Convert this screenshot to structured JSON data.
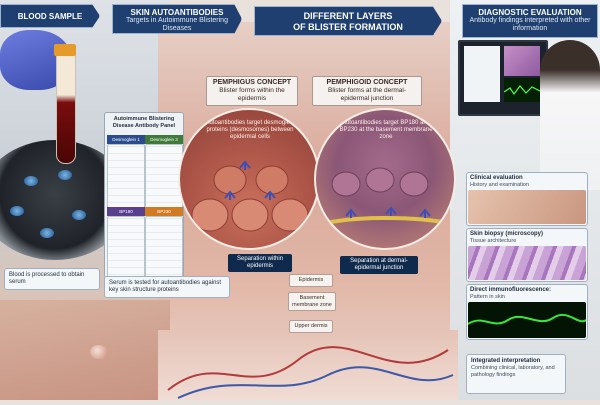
{
  "header": {
    "blood_sample": "BLOOD SAMPLE",
    "skin_title": "SKIN AUTOANTIBODIES",
    "skin_sub": "Targets in Autoimmune Blistering Diseases",
    "layers_line1": "DIFFERENT LAYERS",
    "layers_line2": "OF BLISTER FORMATION",
    "diag_title": "DIAGNOSTIC EVALUATION",
    "diag_sub": "Antibody findings interpreted with other information"
  },
  "left": {
    "serum_note": "Blood is processed to obtain serum",
    "tested_note": "Serum is tested for autoantibodies against key skin structure proteins",
    "panel": {
      "title": "Autoimmune Blistering Disease Antibody Panel",
      "wells": [
        {
          "label": "Desmoglein 1",
          "color": "#2b4b8f"
        },
        {
          "label": "Desmoglein 3",
          "color": "#3f7a3a"
        },
        {
          "label": "BP180",
          "color": "#5b3f8f"
        },
        {
          "label": "BP230",
          "color": "#d07a22"
        }
      ]
    }
  },
  "center": {
    "pemphigus": {
      "title": "PEMPHIGUS CONCEPT",
      "desc": "Blister forms within the epidermis",
      "circle_text": "Autoantibodies target desmoglein proteins (desmosomes) between epidermal cells",
      "separation": "Separation within epidermis"
    },
    "pemphigoid": {
      "title": "PEMPHIGOID CONCEPT",
      "desc": "Blister forms at the dermal-epidermal junction",
      "circle_text": "Autoantibodies target BP180 and BP230 at the basement membrane zone",
      "separation": "Separation at dermal-epidermal junction"
    },
    "layers": {
      "epidermis": "Epidermis",
      "bmz": "Basement membrane zone",
      "upper_dermis": "Upper dermis"
    }
  },
  "right": {
    "clinical": {
      "title": "Clinical evaluation",
      "sub": "History and examination"
    },
    "biopsy": {
      "title": "Skin biopsy (microscopy)",
      "sub": "Tissue architecture"
    },
    "dif": {
      "title": "Direct immunofluorescence:",
      "sub": "Pattern in skin"
    },
    "integrated": {
      "title": "Integrated interpretation",
      "sub": "Combining clinical, laboratory, and pathology findings"
    }
  },
  "colors": {
    "banner": "#1e3f6f",
    "separation": "#0f2a4d",
    "antibody": "#3d4fb5"
  }
}
